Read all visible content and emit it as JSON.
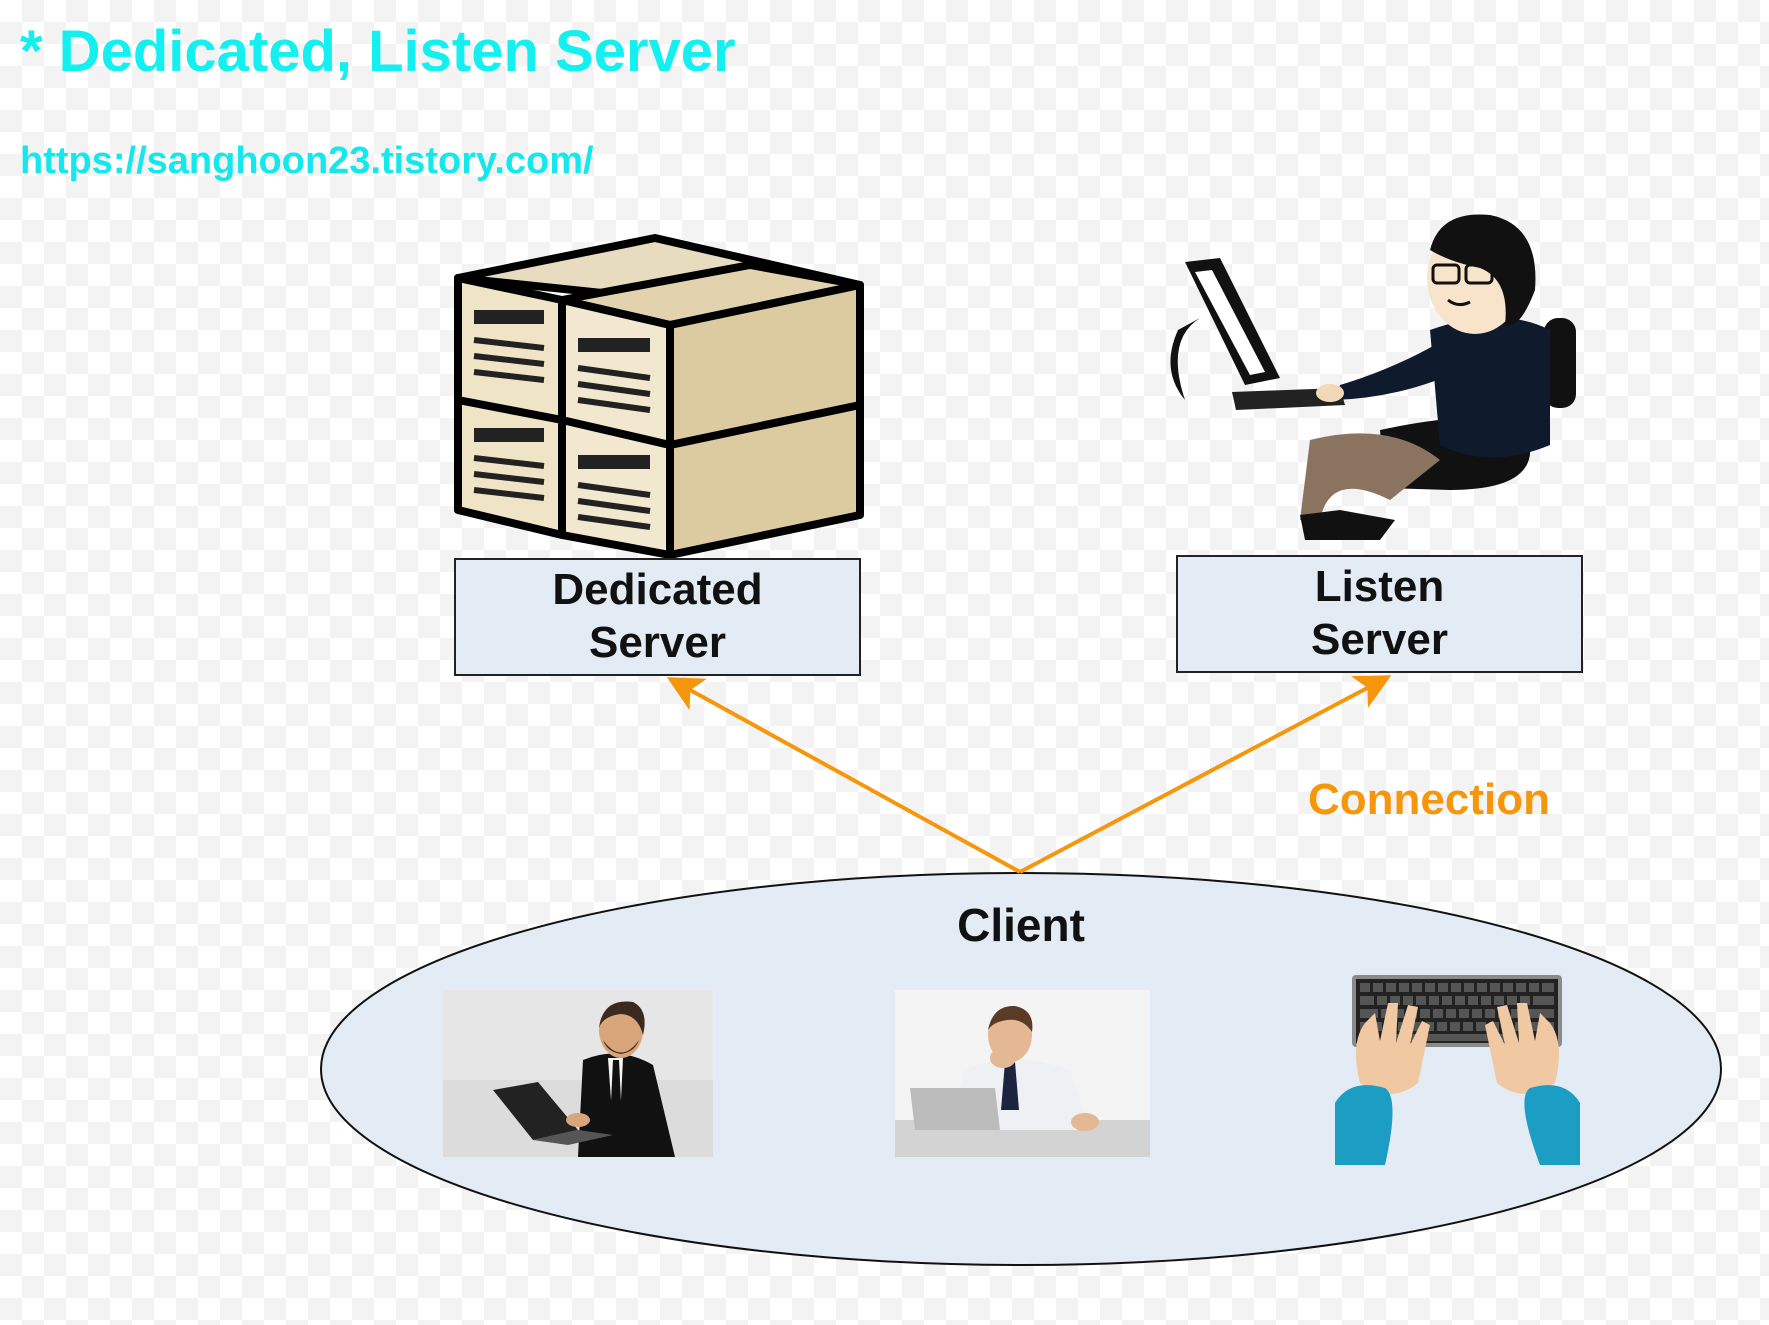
{
  "title": "* Dedicated, Listen Server",
  "url": "https://sanghoon23.tistory.com/",
  "dedicated_server": {
    "label": "Dedicated\nServer",
    "icon": "server-rack-icon"
  },
  "listen_server": {
    "label": "Listen\nServer",
    "icon": "person-at-computer-icon"
  },
  "connection_label": "Connection",
  "client": {
    "label": "Client",
    "devices": [
      "businessman-laptop-icon",
      "tired-office-worker-icon",
      "hands-on-keyboard-icon"
    ]
  },
  "colors": {
    "title": "#14f0f0",
    "connection": "#f5960c",
    "label_box": "#e3ebf4",
    "client_ellipse": "#e3ebf4"
  }
}
